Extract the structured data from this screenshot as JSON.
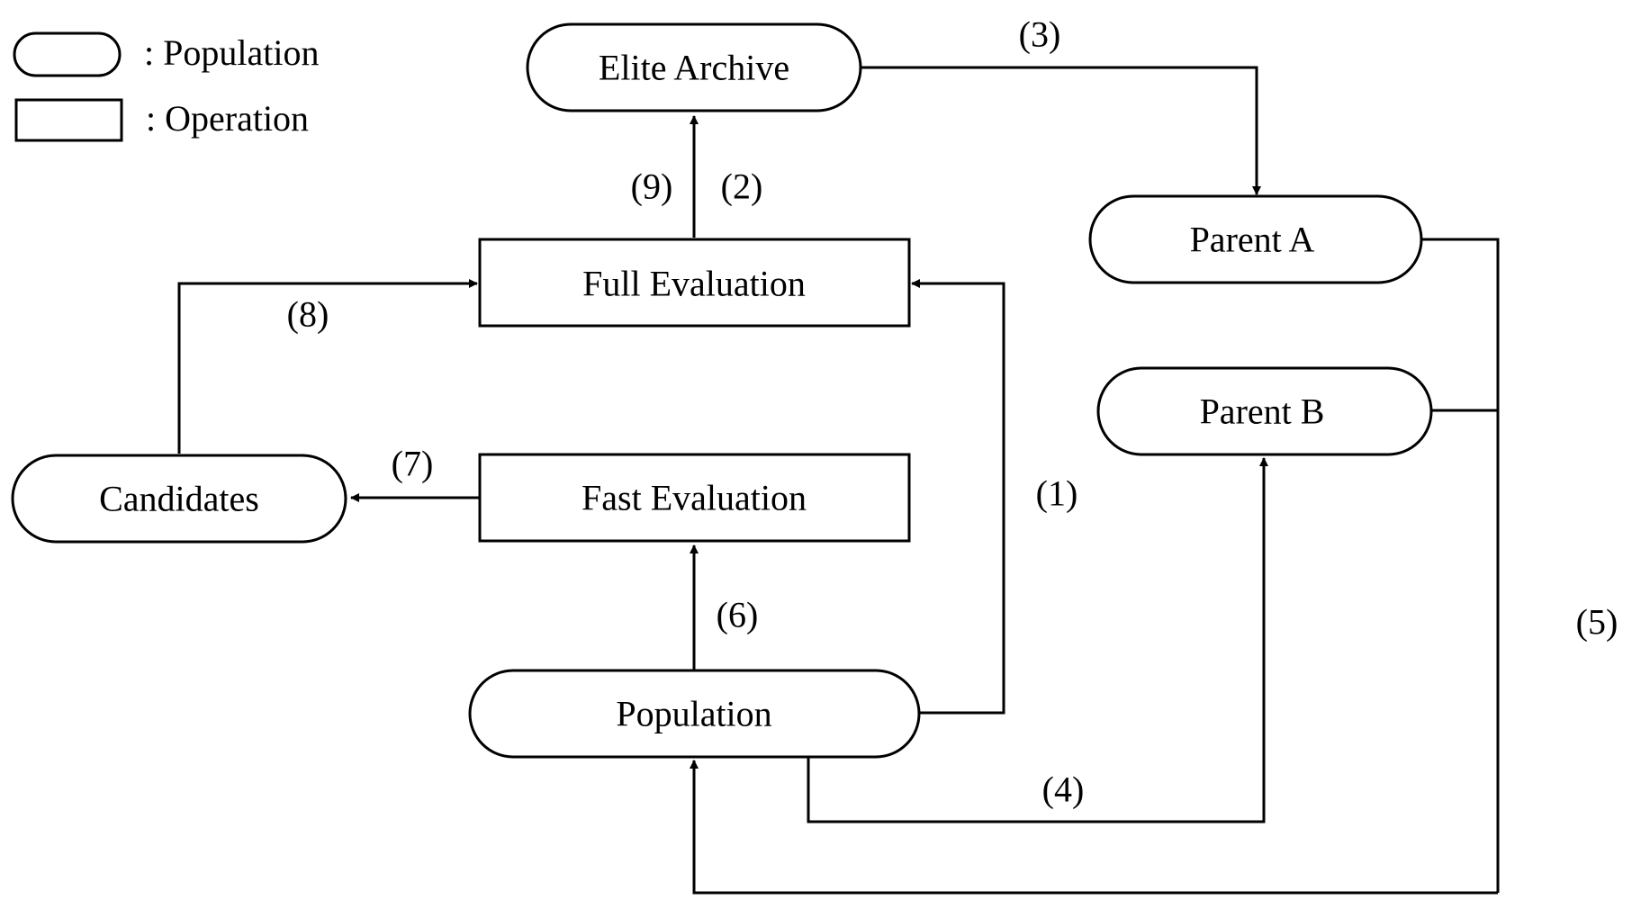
{
  "legend": {
    "population_label": ": Population",
    "operation_label": ": Operation"
  },
  "nodes": {
    "elite_archive": "Elite Archive",
    "parent_a": "Parent A",
    "parent_b": "Parent B",
    "full_evaluation": "Full Evaluation",
    "fast_evaluation": "Fast Evaluation",
    "candidates": "Candidates",
    "population": "Population"
  },
  "edges": {
    "e1": "(1)",
    "e2": "(2)",
    "e3": "(3)",
    "e4": "(4)",
    "e5": "(5)",
    "e6": "(6)",
    "e7": "(7)",
    "e8": "(8)",
    "e9": "(9)"
  },
  "colors": {
    "stroke": "#000000",
    "background": "#ffffff"
  }
}
